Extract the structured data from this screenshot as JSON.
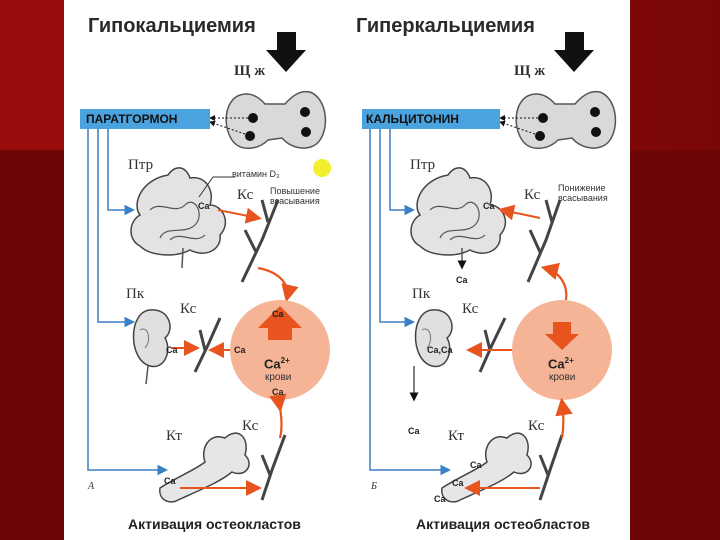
{
  "titles": {
    "left": "Гипокальциемия",
    "right": "Гиперкальциемия"
  },
  "gland": {
    "left": "Щ ж",
    "right": "Щ ж"
  },
  "hormones": {
    "left": "ПАРАТГОРМОН",
    "right": "КАЛЬЦИТОНИН"
  },
  "organs": {
    "intestine_left": "Птр",
    "intestine_right": "Птр",
    "kidney_left": "Пк",
    "kidney_right": "Пк",
    "bone_left": "Кт",
    "bone_right": "Кт"
  },
  "vessels": {
    "ks": "Кс"
  },
  "vitamin": "витамин D₃",
  "absorption": {
    "left_line1": "Повышение",
    "left_line2": "всасывания",
    "right_line1": "Понижение",
    "right_line2": "всасывания"
  },
  "calcium": {
    "ca": "Ca",
    "ca_ca": "Ca,Ca",
    "ion": "Ca",
    "ion_sup": "2+",
    "blood": "крови"
  },
  "letters": {
    "left": "А",
    "right": "Б"
  },
  "bottom": {
    "left": "Активация  остеокластов",
    "right": "Активация  остеобластов"
  },
  "colors": {
    "arrow_orange": "#e8541e",
    "circle": "#f6b497",
    "circle_arrow": "#e8541e",
    "hormone_box": "#4aa3de",
    "lines": "#3b7fc4",
    "vitamin_dot": "#f2ee30"
  }
}
